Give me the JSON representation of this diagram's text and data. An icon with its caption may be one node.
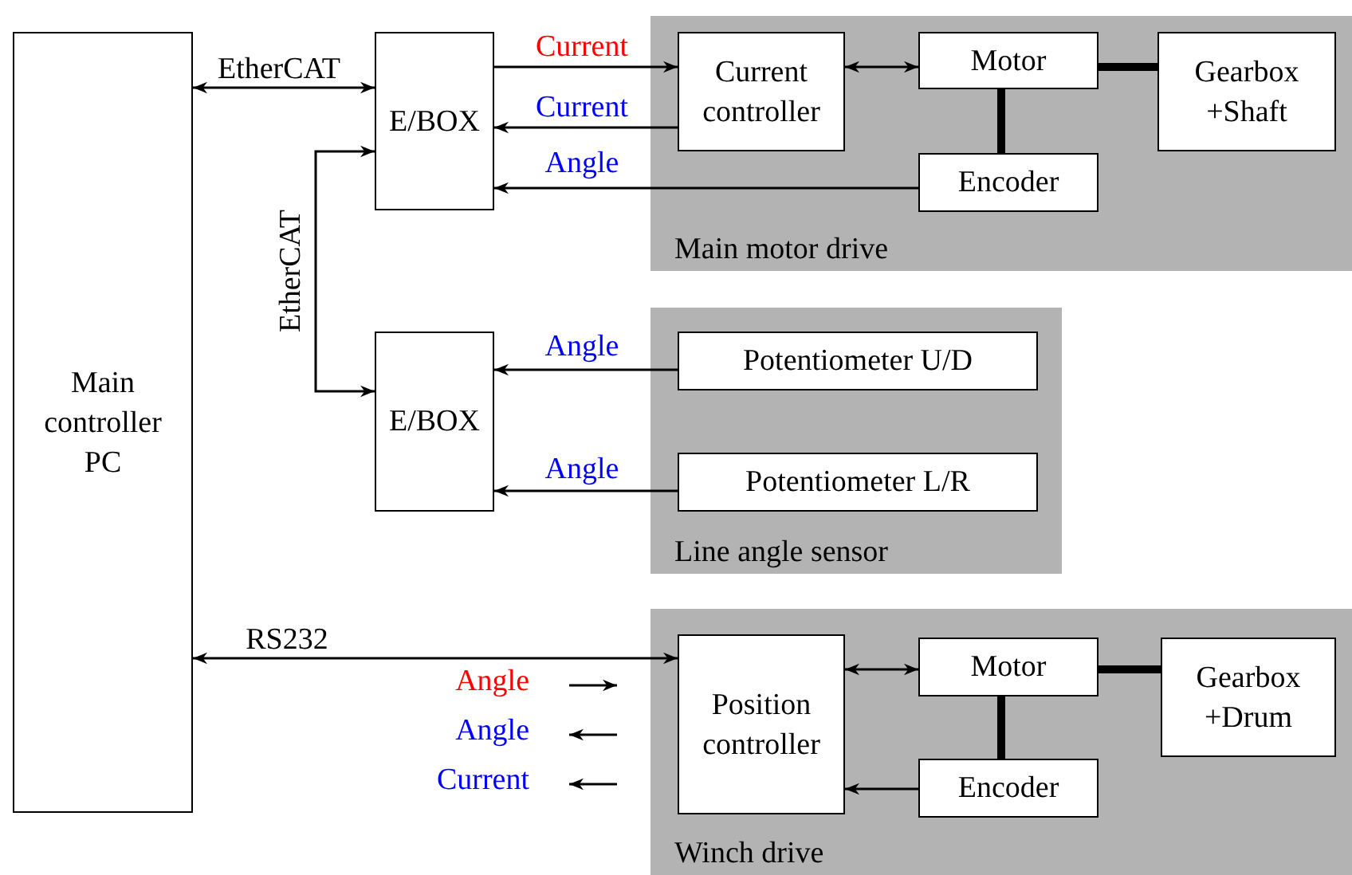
{
  "diagram": {
    "nodes": [
      {
        "text": [
          "Main controller PC"
        ]
      },
      {
        "text": [
          "Main motor drive"
        ]
      },
      {
        "text": [
          "E/BOX"
        ]
      },
      {
        "text": [
          "Current controller"
        ],
        "in": 1
      },
      {
        "text": [
          "Motor"
        ],
        "in": 1
      },
      {
        "text": [
          "Gearbox +Shaft"
        ],
        "in": 1
      },
      {
        "text": [
          "Encoder"
        ],
        "in": 1
      },
      {
        "text": [
          "Line angle sensor"
        ]
      },
      {
        "text": [
          "E/BOX"
        ]
      },
      {
        "text": [
          "Potentiometer U/D"
        ],
        "in": 7
      },
      {
        "text": [
          "Potentiometer L/R"
        ],
        "in": 7
      },
      {
        "text": [
          "Winch drive"
        ]
      },
      {
        "text": [
          "Position controller"
        ],
        "in": 11
      },
      {
        "text": [
          "Motor"
        ],
        "in": 11
      },
      {
        "text": [
          "Gearbox +Drum"
        ],
        "in": 11
      },
      {
        "text": [
          "Encoder"
        ],
        "in": 11
      }
    ],
    "edges": [
      {
        "from": 0,
        "to": 2,
        "arrow": "both",
        "label": "EtherCAT"
      },
      {
        "from": 2,
        "to": 8,
        "arrow": "both",
        "label": "EtherCAT"
      },
      {
        "from": 2,
        "to": 3,
        "arrow": "to",
        "label": "Current"
      },
      {
        "from": 3,
        "to": 2,
        "arrow": "to",
        "label": "Current"
      },
      {
        "from": 6,
        "to": 2,
        "arrow": "to",
        "label": "Angle"
      },
      {
        "from": 3,
        "to": 4,
        "arrow": "both"
      },
      {
        "from": 4,
        "to": 5,
        "arrow": "none",
        "style": "thick"
      },
      {
        "from": 4,
        "to": 6,
        "arrow": "none",
        "style": "thick"
      },
      {
        "from": 9,
        "to": 8,
        "arrow": "to",
        "label": "Angle"
      },
      {
        "from": 10,
        "to": 8,
        "arrow": "to",
        "label": "Angle"
      },
      {
        "from": 0,
        "to": 12,
        "arrow": "both",
        "label": "RS232"
      },
      {
        "from": 12,
        "to": 13,
        "arrow": "both"
      },
      {
        "from": 13,
        "to": 14,
        "arrow": "none",
        "style": "thick"
      },
      {
        "from": 13,
        "to": 15,
        "arrow": "none",
        "style": "thick"
      },
      {
        "from": 15,
        "to": 12,
        "arrow": "to"
      }
    ],
    "legend": [
      {
        "text": "Angle"
      },
      {
        "text": "Angle"
      },
      {
        "text": "Current"
      }
    ]
  }
}
